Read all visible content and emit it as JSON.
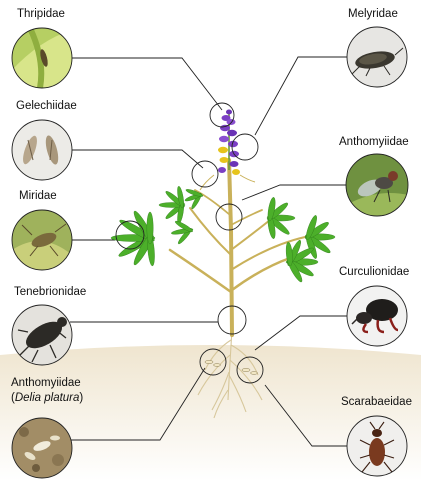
{
  "title": "",
  "families": [
    {
      "key": "thripidae",
      "label": "Thripidae"
    },
    {
      "key": "gelechiidae",
      "label": "Gelechiidae"
    },
    {
      "key": "miridae",
      "label": "Miridae"
    },
    {
      "key": "tenebrionidae",
      "label": "Tenebrionidae"
    },
    {
      "key": "anthomyiidae_delia",
      "label": "Anthomyiidae",
      "sub_prefix": "(",
      "sub_species": "Delia platura",
      "sub_suffix": ")"
    },
    {
      "key": "melyridae",
      "label": "Melyridae"
    },
    {
      "key": "anthomyiidae",
      "label": "Anthomyiidae"
    },
    {
      "key": "curculionidae",
      "label": "Curculionidae"
    },
    {
      "key": "scarabaeidae",
      "label": "Scarabaeidae"
    }
  ],
  "colors": {
    "leaf": "#4caf2a",
    "leaf_dark": "#2f7d1a",
    "stem": "#c9b15a",
    "flower_purple": "#7b3fc4",
    "flower_yellow": "#e6c41c",
    "soil": "#ede3cc",
    "connector": "#222222"
  }
}
